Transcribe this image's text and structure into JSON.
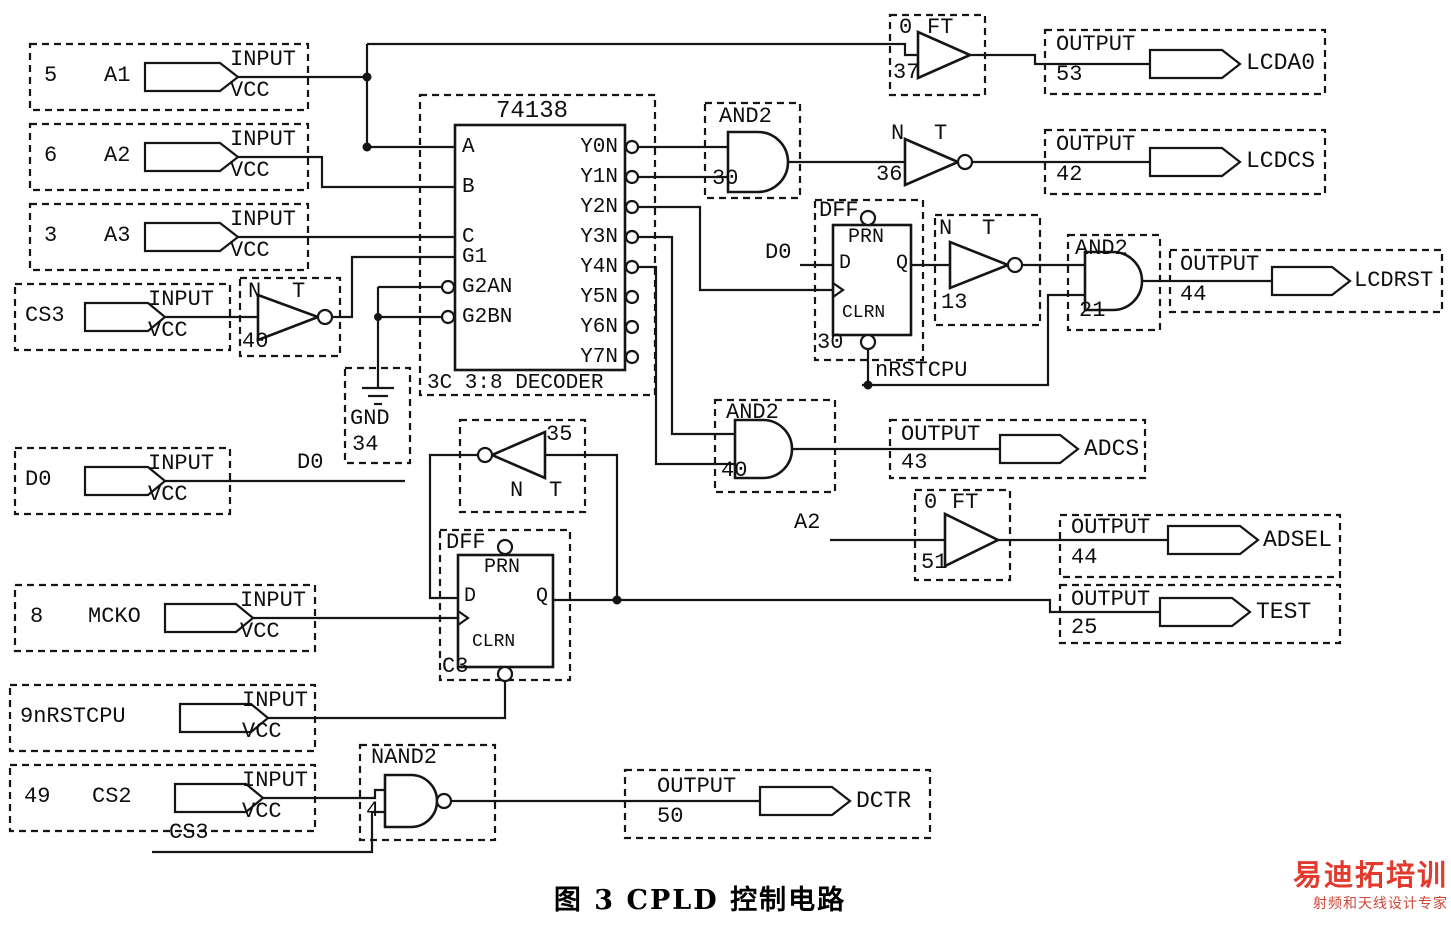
{
  "figure": {
    "caption": "图 3  CPLD 控制电路"
  },
  "watermark": {
    "title": "易迪拓培训",
    "subtitle": "射频和天线设计专家"
  },
  "inputs": [
    {
      "pin": "5",
      "name": "A1",
      "type": "INPUT",
      "power": "VCC"
    },
    {
      "pin": "6",
      "name": "A2",
      "type": "INPUT",
      "power": "VCC"
    },
    {
      "pin": "3",
      "name": "A3",
      "type": "INPUT",
      "power": "VCC"
    },
    {
      "pin": "",
      "name": "CS3",
      "type": "INPUT",
      "power": "VCC"
    },
    {
      "pin": "",
      "name": "D0",
      "type": "INPUT",
      "power": "VCC"
    },
    {
      "pin": "8",
      "name": "MCKO",
      "type": "INPUT",
      "power": "VCC"
    },
    {
      "pin": "",
      "name": "9nRSTCPU",
      "type": "INPUT",
      "power": "VCC"
    },
    {
      "pin": "49",
      "name": "CS2",
      "type": "INPUT",
      "power": "VCC"
    }
  ],
  "decoder": {
    "part": "74138",
    "pins_in": [
      "A",
      "B",
      "C",
      "G1",
      "G2AN",
      "G2BN"
    ],
    "pins_out": [
      "Y0N",
      "Y1N",
      "Y2N",
      "Y3N",
      "Y4N",
      "Y5N",
      "Y6N",
      "Y7N"
    ],
    "label": "3C 3:8 DECODER"
  },
  "gnd": {
    "label": "GND",
    "ref": "34"
  },
  "gates": {
    "not40": {
      "l1": "N",
      "l2": "T",
      "ref": "40"
    },
    "and30": {
      "label": "AND2",
      "ref": "30"
    },
    "not36": {
      "l1": "N",
      "l2": "T",
      "ref": "36"
    },
    "buf37": {
      "l1": "0",
      "l2": "FT",
      "ref": "37"
    },
    "dff30": {
      "label": "DFF",
      "prn": "PRN",
      "d": "D",
      "q": "Q",
      "clrn": "CLRN",
      "ref": "30"
    },
    "not13": {
      "l1": "N",
      "l2": "T",
      "ref": "13"
    },
    "and21": {
      "label": "AND2",
      "ref": "21"
    },
    "and40": {
      "label": "AND2",
      "ref": "40"
    },
    "not35": {
      "l1": "N",
      "l2": "T",
      "ref": "35"
    },
    "buf51": {
      "l1": "0",
      "l2": "FT",
      "ref": "51"
    },
    "dffc3": {
      "label": "DFF",
      "prn": "PRN",
      "d": "D",
      "q": "Q",
      "clrn": "CLRN",
      "ref": "C3"
    },
    "nand4": {
      "label": "NAND2",
      "ref": "4"
    }
  },
  "outputs": [
    {
      "type": "OUTPUT",
      "pin": "53",
      "name": "LCDA0"
    },
    {
      "type": "OUTPUT",
      "pin": "42",
      "name": "LCDCS"
    },
    {
      "type": "OUTPUT",
      "pin": "44",
      "name": "LCDRST"
    },
    {
      "type": "OUTPUT",
      "pin": "43",
      "name": "ADCS"
    },
    {
      "type": "OUTPUT",
      "pin": "44",
      "name": "ADSEL"
    },
    {
      "type": "OUTPUT",
      "pin": "25",
      "name": "TEST"
    },
    {
      "type": "OUTPUT",
      "pin": "50",
      "name": "DCTR"
    }
  ],
  "net_labels": {
    "d0_dff": "D0",
    "nrstcpu": "nRSTCPU",
    "a2": "A2",
    "d0_bus": "D0",
    "cs3": "CS3"
  }
}
